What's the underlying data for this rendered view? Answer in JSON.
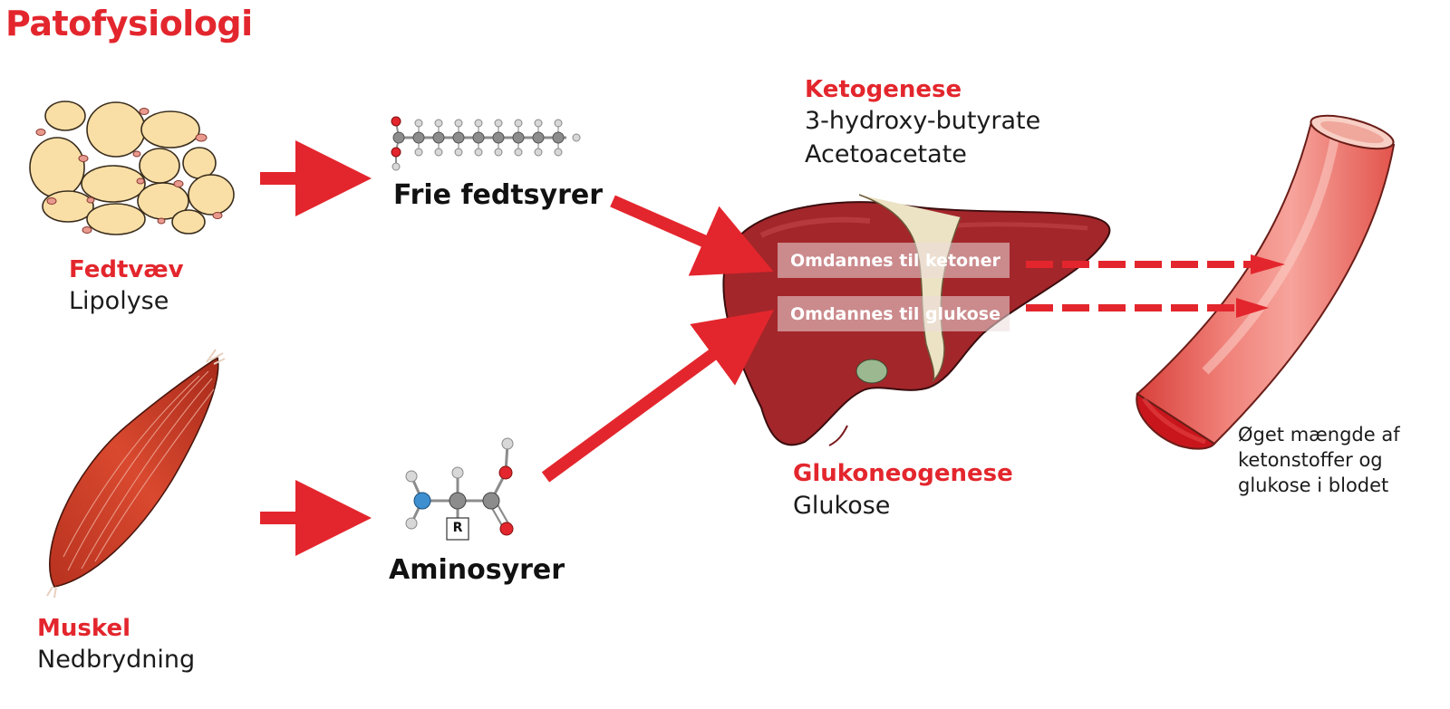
{
  "title": "Patofysiologi",
  "sources": {
    "fat": {
      "heading": "Fedtvæv",
      "sub": "Lipolyse"
    },
    "muscle": {
      "heading": "Muskel",
      "sub": "Nedbrydning"
    }
  },
  "intermediates": {
    "fatty_acids": "Frie fedtsyrer",
    "amino_acids": "Aminosyrer",
    "amino_r_label": "R"
  },
  "ketogenesis": {
    "heading": "Ketogenese",
    "line1": "3-hydroxy-butyrate",
    "line2": "Acetoacetate"
  },
  "gluconeogenesis": {
    "heading": "Glukoneogenese",
    "line1": "Glukose"
  },
  "liver_labels": {
    "ketones": "Omdannes til ketoner",
    "glucose": "Omdannes til glukose"
  },
  "blood_note": [
    "Øget mængde af",
    "ketonstoffer og",
    "glukose i blodet"
  ],
  "colors": {
    "accent_red": "#e3262d",
    "liver": "#a3262a",
    "fat_cell": "#f9dfa6",
    "muscle": "#c0392b"
  }
}
